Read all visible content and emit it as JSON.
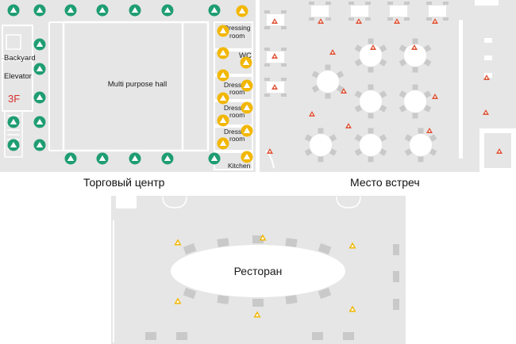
{
  "colors": {
    "floor": "#e6e6e6",
    "wall": "#ffffff",
    "furniture": "#ffffff",
    "chair": "#c9c9c9",
    "green": "#1f9d73",
    "yellow": "#f2b705",
    "red": "#e0573a",
    "red_text": "#d62e2e"
  },
  "plans": [
    {
      "caption": "Торговый центр",
      "labels": {
        "backyard": "Backyard",
        "elevator": "Elevator",
        "floor": "3F",
        "hall": "Multi purpose hall",
        "dressing_1": "Dressing",
        "room_1": "room",
        "wc": "WC",
        "dressing_2": "Dressing",
        "room_2": "room",
        "dressing_3": "Dressing",
        "room_3": "room",
        "dressing_4": "Dressing",
        "room_4": "room",
        "kitchen": "Kitchen"
      },
      "marker_icon": "up-arrow-circle-icon"
    },
    {
      "caption": "Место встреч",
      "marker_icon": "red-dot-triangle-icon"
    },
    {
      "caption": "",
      "labels": {
        "table": "Ресторан"
      },
      "marker_icon": "yellow-triangle-icon"
    }
  ]
}
